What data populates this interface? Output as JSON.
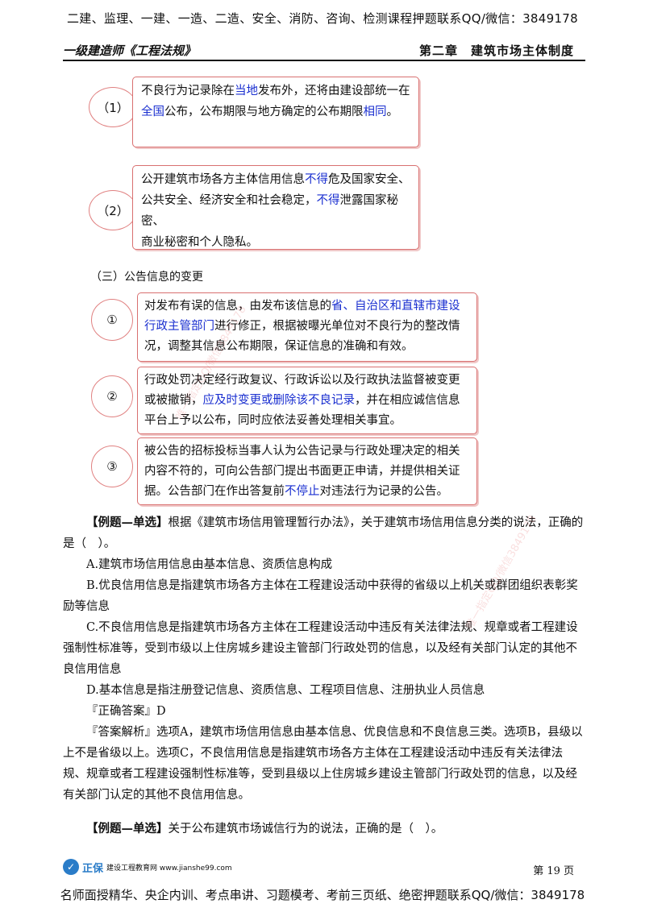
{
  "banner": {
    "top": "二建、监理、一建、一造、二造、安全、消防、咨询、检测课程押题联系QQ/微信：3849178",
    "bottom": "名师面授精华、央企内训、考点串讲、习题模考、考前三页纸、绝密押题联系QQ/微信：3849178"
  },
  "header": {
    "left": "一级建造师《工程法规》",
    "right": "第二章　建筑市场主体制度"
  },
  "box1": {
    "marker": "（1）",
    "l1a": "不良行为记录除在",
    "l1b": "当地",
    "l1c": "发布外，还将由建设部统一在",
    "l2a": "全国",
    "l2b": "公布，公布期限与地方确定的公布期限",
    "l2c": "相同",
    "l2d": "。"
  },
  "box2": {
    "marker": "（2）",
    "l1a": "公开建筑市场各方主体信用信息",
    "l1b": "不得",
    "l1c": "危及国家安全、",
    "l2a": "公共安全、经济安全和社会稳定，",
    "l2b": "不得",
    "l2c": "泄露国家秘密、",
    "l3": "商业秘密和个人隐私。"
  },
  "section": {
    "title": "（三）公告信息的变更"
  },
  "c1": {
    "marker": "①",
    "l1a": "对发布有误的信息，由发布该信息的",
    "l1b": "省、自治区和直辖市建设",
    "l2a": "行政主管部门",
    "l2b": "进行修正，根据被曝光单位对不良行为的整改情",
    "l3": "况，调整其信息公布期限，保证信息的准确和有效。"
  },
  "c2": {
    "marker": "②",
    "l1": "行政处罚决定经行政复议、行政诉讼以及行政执法监督被变更",
    "l2a": "或被撤销，",
    "l2b": "应及时变更或删除该不良记录",
    "l2c": "，并在相应诚信信息",
    "l3": "平台上予以公布，同时应依法妥善处理相关事宜。"
  },
  "c3": {
    "marker": "③",
    "l1": "被公告的招标投标当事人认为公告记录与行政处理决定的相关",
    "l2": "内容不符的，可向公告部门提出书面更正申请，并提供相关证",
    "l3a": "据。公告部门在作出答复前",
    "l3b": "不停止",
    "l3c": "对违法行为记录的公告。"
  },
  "q1": {
    "tag": "【例题—单选】",
    "stem": "根据《建筑市场信用管理暂行办法》，关于建筑市场信用信息分类的说法，正确的是（　）。",
    "options": [
      "A.建筑市场信用信息由基本信息、资质信息构成",
      "B.优良信用信息是指建筑市场各方主体在工程建设活动中获得的省级以上机关或群团组织表彰奖励等信息",
      "C.不良信用信息是指建筑市场各方主体在工程建设活动中违反有关法律法规、规章或者工程建设强制性标准等，受到市级以上住房城乡建设主管部门行政处罚的信息，以及经有关部门认定的其他不良信用信息",
      "D.基本信息是指注册登记信息、资质信息、工程项目信息、注册执业人员信息"
    ],
    "answer": "『正确答案』D",
    "analysis": "『答案解析』选项A，建筑市场信用信息由基本信息、优良信息和不良信息三类。选项B，县级以上不是省级以上。选项C，不良信用信息是指建筑市场各方主体在工程建设活动中违反有关法律法规、规章或者工程建设强制性标准等，受到县级以上住房城乡建设主管部门行政处罚的信息，以及经有关部门认定的其他不良信用信息。"
  },
  "q2": {
    "tag": "【例题—单选】",
    "stem": "关于公布建筑市场诚信行为的说法，正确的是（　）。"
  },
  "footer": {
    "logo_text": "正保",
    "site_text": "建设工程教育网 www.jianshe99.com",
    "page": "第 19 页"
  },
  "watermark": {
    "text": "唯一指定QQ/微信3849178"
  }
}
